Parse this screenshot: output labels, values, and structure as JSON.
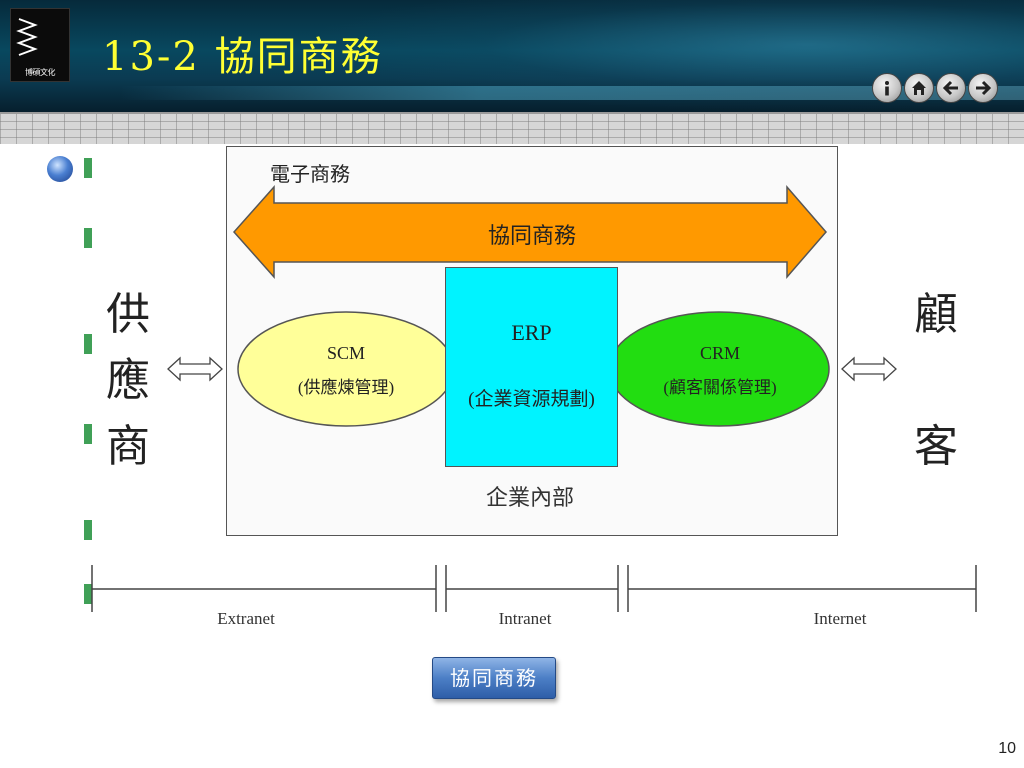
{
  "header": {
    "logo_text": "博碩文化",
    "title": "13-2  協同商務"
  },
  "diagram": {
    "ecommerce_label": "電子商務",
    "collab_arrow_label": "協同商務",
    "supplier": [
      "供",
      "應",
      "商"
    ],
    "customer": [
      "顧",
      "客"
    ],
    "scm": {
      "title": "SCM",
      "subtitle": "(供應煉管理)"
    },
    "erp": {
      "title": "ERP",
      "subtitle": "(企業資源規劃)"
    },
    "crm": {
      "title": "CRM",
      "subtitle": "(顧客關係管理)"
    },
    "internal_label": "企業內部",
    "network_segments": [
      "Extranet",
      "Intranet",
      "Internet"
    ]
  },
  "colors": {
    "arrow_fill": "#ff9900",
    "scm_fill": "#ffff99",
    "erp_fill": "#00f3ff",
    "crm_fill": "#22dd11",
    "title_color": "#ffff33"
  },
  "footer": {
    "button_label": "協同商務",
    "slide_number": "10"
  },
  "icons": {
    "nav": [
      "info-icon",
      "home-icon",
      "back-arrow-icon",
      "forward-arrow-icon"
    ]
  }
}
